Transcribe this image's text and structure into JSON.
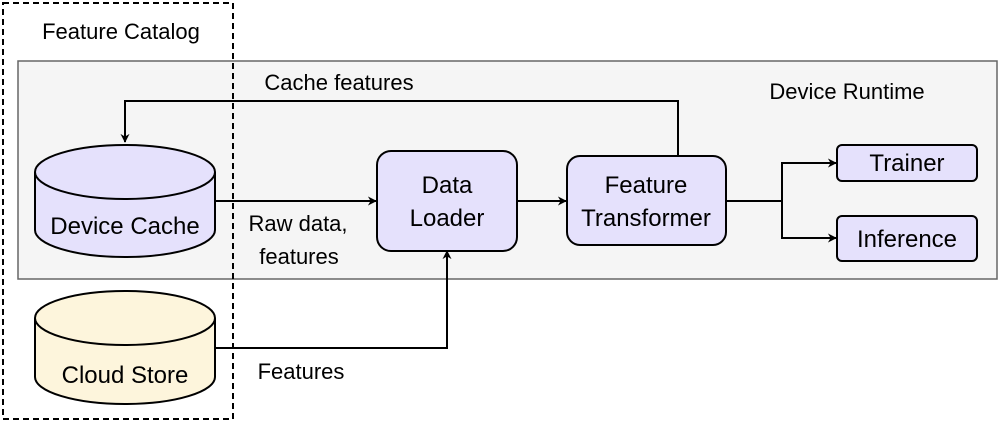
{
  "diagram": {
    "groups": {
      "feature_catalog": {
        "label": "Feature Catalog"
      },
      "device_runtime": {
        "label": "Device Runtime",
        "fill": "#f5f5f5",
        "stroke": "#666666"
      }
    },
    "nodes": {
      "device_cache": {
        "label": "Device Cache",
        "fill": "#e5e1fc"
      },
      "cloud_store": {
        "label": "Cloud Store",
        "fill": "#fdf5dc"
      },
      "data_loader": {
        "line1": "Data",
        "line2": "Loader",
        "fill": "#e5e1fc"
      },
      "feature_transformer": {
        "line1": "Feature",
        "line2": "Transformer",
        "fill": "#e5e1fc"
      },
      "trainer": {
        "label": "Trainer",
        "fill": "#e5e1fc"
      },
      "inference": {
        "label": "Inference",
        "fill": "#e5e1fc"
      }
    },
    "edges": {
      "cache_features": {
        "label": "Cache features"
      },
      "raw_data": {
        "line1": "Raw data,",
        "line2": "features"
      },
      "features": {
        "label": "Features"
      }
    }
  }
}
